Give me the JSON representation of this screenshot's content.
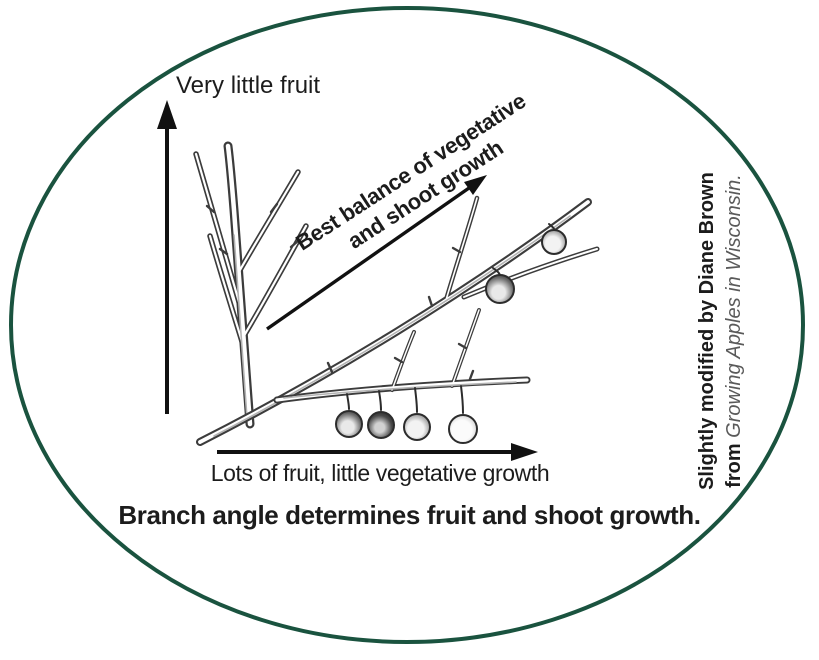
{
  "figure": {
    "caption": "Branch angle determines fruit and shoot growth.",
    "y_axis_label": "Very little fruit",
    "x_axis_label": "Lots of fruit, little vegetative growth",
    "diagonal_label": {
      "line1": "Best balance of vegetative",
      "line2": "and shoot growth"
    },
    "credit": {
      "line1": "Slightly modified by Diane Brown",
      "line2_prefix": "from",
      "line2_source": "Growing Apples in Wisconsin."
    },
    "icons": {
      "y_axis": "up-arrow-icon",
      "x_axis": "right-arrow-icon",
      "diagonal": "up-right-arrow-icon",
      "upright_branch": "upright-branch-sketch",
      "diagonal_branch": "angled-branch-with-fruit-sketch",
      "horizontal_branch": "horizontal-branch-with-fruit-sketch"
    },
    "colors": {
      "border_green": "#1a533f",
      "text_ink": "#1c1c1c",
      "arrow_ink": "#111111",
      "sketch_ink": "#3c3c3c",
      "credit_italic": "#5a5a5a"
    }
  }
}
